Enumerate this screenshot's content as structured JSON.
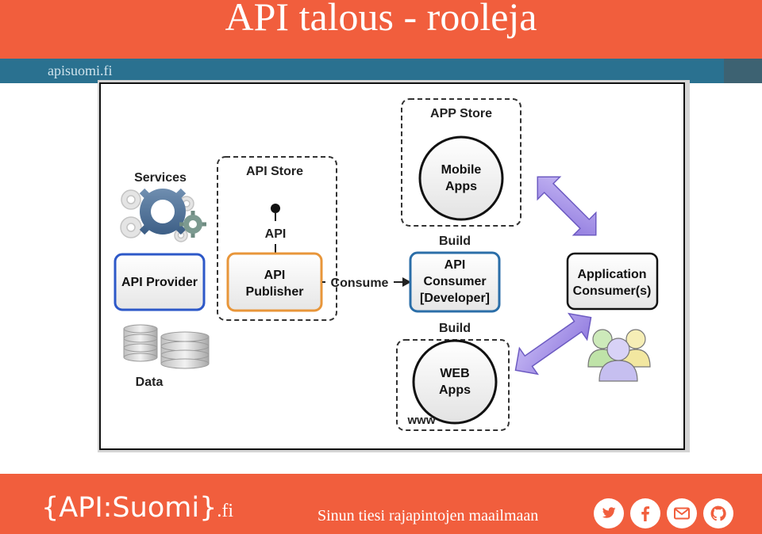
{
  "header": {
    "title": "API talous - rooleja"
  },
  "subbar": {
    "site": "apisuomi.fi"
  },
  "diagram": {
    "services": "Services",
    "api_store": "API Store",
    "app_store": "APP Store",
    "api_label": "API",
    "api_provider": "API Provider",
    "api_publisher": [
      "API",
      "Publisher"
    ],
    "consume": "Consume",
    "api_consumer": [
      "API",
      "Consumer",
      "[Developer]"
    ],
    "build_top": "Build",
    "build_bottom": "Build",
    "mobile_apps": [
      "Mobile",
      "Apps"
    ],
    "web_apps": [
      "WEB",
      "Apps"
    ],
    "www": "www",
    "application_consumers": [
      "Application",
      "Consumer(s)"
    ],
    "data": "Data"
  },
  "footer": {
    "brand": "{API:Suomi}",
    "brand_tld": ".fi",
    "tagline": "Sinun tiesi rajapintojen maailmaan",
    "social_icons": [
      "twitter-icon",
      "facebook-icon",
      "email-icon",
      "github-icon"
    ]
  },
  "colors": {
    "header_bg": "#f15e3d",
    "subbar_bg": "#2a7190",
    "provider_border": "#2d58c8",
    "publisher_border": "#e8963a",
    "consumer_border": "#2b6ea8",
    "arrow_fill": "#a48ee8"
  }
}
